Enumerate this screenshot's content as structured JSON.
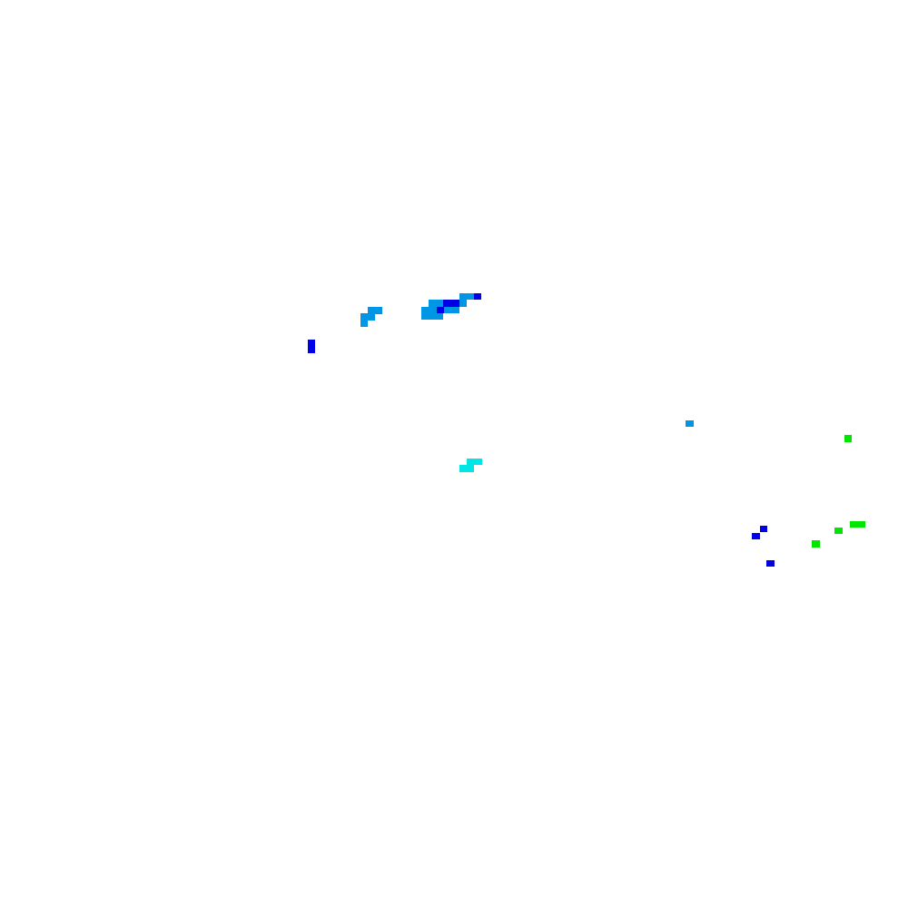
{
  "palette": {
    "background": "#ffffff",
    "blue": "#0000e6",
    "sky": "#0096e6",
    "cyan": "#00e6e6",
    "green": "#00e600"
  },
  "layers": [
    {
      "name": "blue",
      "color": "#0000e6"
    },
    {
      "name": "sky",
      "color": "#0096e6"
    },
    {
      "name": "cyan",
      "color": "#00e6e6"
    },
    {
      "name": "green",
      "color": "#00e600"
    }
  ]
}
